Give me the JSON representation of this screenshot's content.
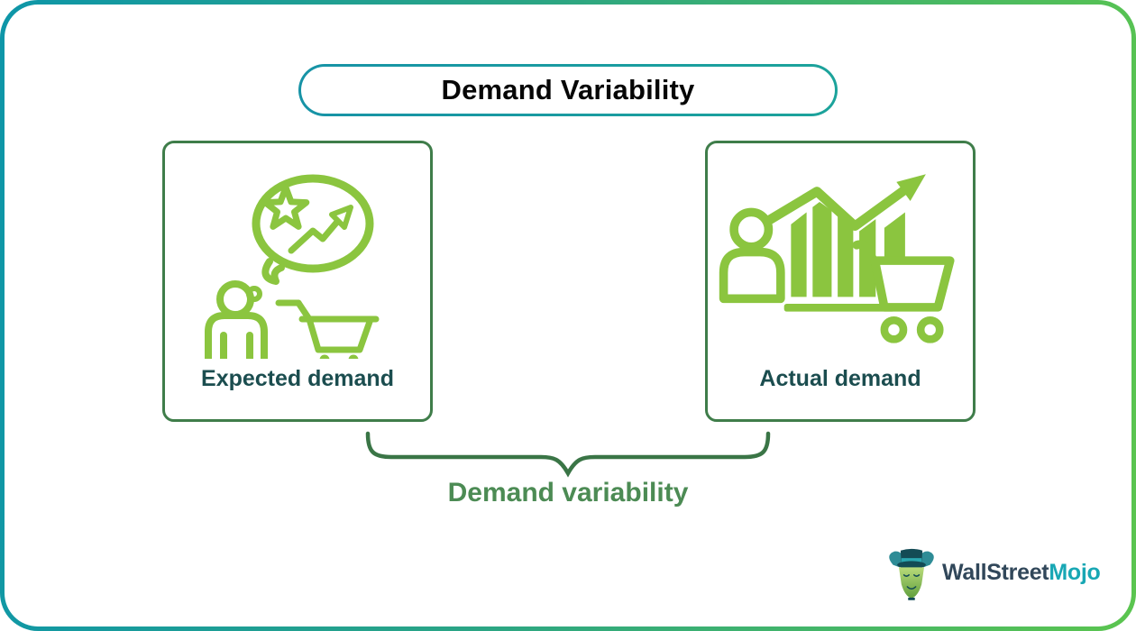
{
  "title": {
    "label": "Demand Variability"
  },
  "cards": {
    "expected": {
      "label": "Expected demand",
      "icon": "thought-bubble-trend-person-cart-icon"
    },
    "actual": {
      "label": "Actual demand",
      "icon": "person-bar-chart-cart-icon"
    }
  },
  "brace_label": "Demand variability",
  "logo": {
    "brand_primary": "WallStreet",
    "brand_accent": "Mojo",
    "mascot": "bull-mascot-icon"
  },
  "colors": {
    "frame_gradient_start": "#0E96A8",
    "frame_gradient_end": "#5BC54F",
    "title_border_teal": "#1793A6",
    "icon_green": "#8BC53F",
    "card_border_green": "#3F7D4A",
    "card_label_teal": "#1B4D4F",
    "brace_green": "#3A7546",
    "brace_label_green": "#4C8B54",
    "logo_primary": "#31475A",
    "logo_accent": "#18A7B4"
  }
}
